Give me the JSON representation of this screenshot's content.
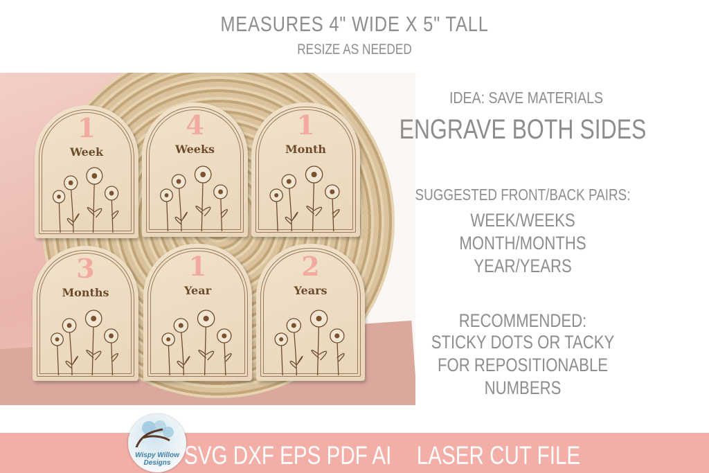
{
  "header": {
    "title": "Measures 4\" wide x 5\" tall",
    "subtitle": "Resize as needed"
  },
  "cards": [
    {
      "number": "1",
      "word": "Week"
    },
    {
      "number": "4",
      "word": "Weeks"
    },
    {
      "number": "1",
      "word": "Month"
    },
    {
      "number": "3",
      "word": "Months"
    },
    {
      "number": "1",
      "word": "Year"
    },
    {
      "number": "2",
      "word": "Years"
    }
  ],
  "info": {
    "idea": "Idea: Save Materials",
    "idea_main": "Engrave Both Sides",
    "pairs_heading": "Suggested Front/Back Pairs:",
    "pairs": [
      "Week/Weeks",
      "Month/Months",
      "Year/Years"
    ],
    "recommended_heading": "Recommended:",
    "recommended": [
      "Sticky Dots or Tacky",
      "for Repositionable",
      "Numbers"
    ]
  },
  "footer": {
    "formats": "SVG DXF EPS PDF AI",
    "label": "Laser Cut File",
    "logo_line1": "Wispy Willow",
    "logo_line2": "Designs"
  },
  "colors": {
    "banner": "#f2aea7",
    "text": "#8d8d8d",
    "number": "#f2aaa0"
  }
}
